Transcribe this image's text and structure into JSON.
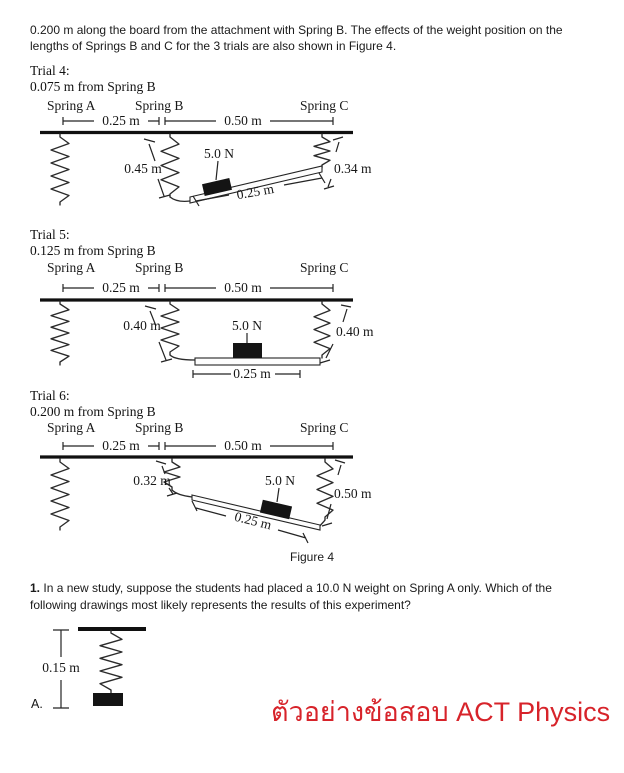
{
  "intro_text": "0.200 m along the board from the attachment with Spring B. The effects of the weight position on the lengths of Springs B and C for the 3 trials are also shown in Figure 4.",
  "trials": [
    {
      "title": "Trial 4:",
      "subtitle": "0.075 m from Spring B",
      "labels": {
        "spring_a": "Spring A",
        "spring_b": "Spring B",
        "spring_c": "Spring C"
      },
      "dims": {
        "ab": "0.25 m",
        "bc": "0.50 m",
        "spring_b_len": "0.45 m",
        "spring_c_len": "0.34 m",
        "board": "0.25 m"
      },
      "weight": "5.0 N"
    },
    {
      "title": "Trial 5:",
      "subtitle": "0.125 m from Spring B",
      "labels": {
        "spring_a": "Spring A",
        "spring_b": "Spring B",
        "spring_c": "Spring C"
      },
      "dims": {
        "ab": "0.25 m",
        "bc": "0.50 m",
        "spring_b_len": "0.40 m",
        "spring_c_len": "0.40 m",
        "board": "0.25 m"
      },
      "weight": "5.0 N"
    },
    {
      "title": "Trial 6:",
      "subtitle": "0.200 m from Spring B",
      "labels": {
        "spring_a": "Spring A",
        "spring_b": "Spring B",
        "spring_c": "Spring C"
      },
      "dims": {
        "ab": "0.25 m",
        "bc": "0.50 m",
        "spring_b_len": "0.32 m",
        "spring_c_len": "0.50 m",
        "board": "0.25 m"
      },
      "weight": "5.0 N"
    }
  ],
  "figure_caption": "Figure 4",
  "question": {
    "number": "1.",
    "text": "In a new study, suppose the students had placed a 10.0 N weight on Spring A only. Which of the following drawings most likely represents the results of this experiment?"
  },
  "answer_a": {
    "label": "A.",
    "dim": "0.15 m"
  },
  "watermark": {
    "text": "ตัวอย่างข้อสอบ ACT Physics",
    "color": "#d7232a"
  }
}
